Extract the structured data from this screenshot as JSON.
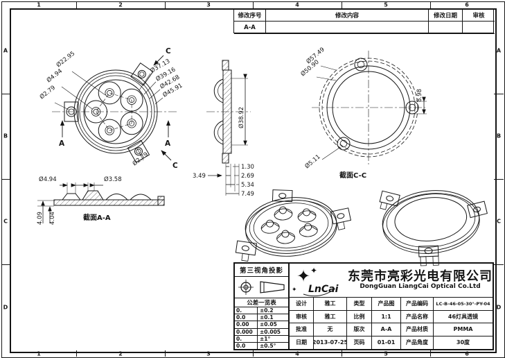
{
  "frame": {
    "zones_top": [
      "1",
      "2",
      "3",
      "4",
      "5",
      "6"
    ],
    "zones_bottom": [
      "1",
      "2",
      "3",
      "4",
      "5",
      "6"
    ],
    "zones_left": [
      "A",
      "B",
      "C",
      "D"
    ],
    "zones_right": [
      "A",
      "B",
      "C",
      "D"
    ]
  },
  "revision_table": {
    "col_no": "修改序号",
    "col_content": "修改内容",
    "col_date": "修改日期",
    "col_check": "审核",
    "row": {
      "no": "A-A",
      "content": "",
      "date": "",
      "check": ""
    }
  },
  "dims": {
    "front": {
      "dia_pitch": "Ø22.95",
      "dia_lens_hole": "Ø4.94",
      "dia_tab_hole": "Ø2.79",
      "dia_inner": "Ø37.13",
      "dia_ring2": "Ø39.16",
      "dia_ring3": "Ø42.68",
      "dia_flange": "Ø45.91",
      "dia_tab_hole2": "Ø2.79",
      "sec_a1": "A",
      "sec_a2": "A",
      "sec_c1": "C",
      "sec_c2": "C"
    },
    "side": {
      "dia": "Ø38.92",
      "d1": "1.30",
      "d2": "2.69",
      "d3": "5.34",
      "d4": "7.49",
      "d5": "3.49"
    },
    "ring": {
      "dia_outer": "Ø57.49",
      "dia_inner": "Ø50.90",
      "dia_hole": "Ø5.11",
      "tab_w": "8.98",
      "caption": "截面C-C"
    },
    "profile": {
      "dia1": "Ø4.94",
      "dia2": "Ø3.58",
      "h1": "4.09",
      "h2": "4.04",
      "caption": "截面A-A"
    }
  },
  "title_block": {
    "projection_label": "第三视角投影",
    "tolerance": {
      "title": "公差一览表",
      "rows": [
        [
          "0.",
          "±0.2"
        ],
        [
          "0.0",
          "±0.1"
        ],
        [
          "0.00",
          "±0.05"
        ],
        [
          "0.000",
          "±0.005"
        ],
        [
          "0.",
          "±1°"
        ],
        [
          "0.0",
          "±0.5°"
        ]
      ]
    },
    "company": {
      "logo": "LnCai",
      "name_cn": "东莞市亮彩光电有限公司",
      "name_en": "DongGuan LiangCai Optical Co.Ltd"
    },
    "info": {
      "rows": [
        {
          "l1": "设计",
          "v1": "雅工",
          "l2": "类型",
          "v2": "产品图",
          "l3": "产品编码",
          "v3": "LC-B-46-05-30°-PY-04"
        },
        {
          "l1": "审核",
          "v1": "雅工",
          "l2": "比例",
          "v2": "1:1",
          "l3": "产品名称",
          "v3": "46灯具透镜"
        },
        {
          "l1": "批准",
          "v1": "无",
          "l2": "版次",
          "v2": "A-A",
          "l3": "产品材质",
          "v3": "PMMA"
        },
        {
          "l1": "日期",
          "v1": "2013-07-25",
          "l2": "页码",
          "v2": "01-01",
          "l3": "产品角度",
          "v3": "30度"
        }
      ]
    }
  },
  "colors": {
    "ink": "#141414",
    "paper": "#ffffff"
  }
}
